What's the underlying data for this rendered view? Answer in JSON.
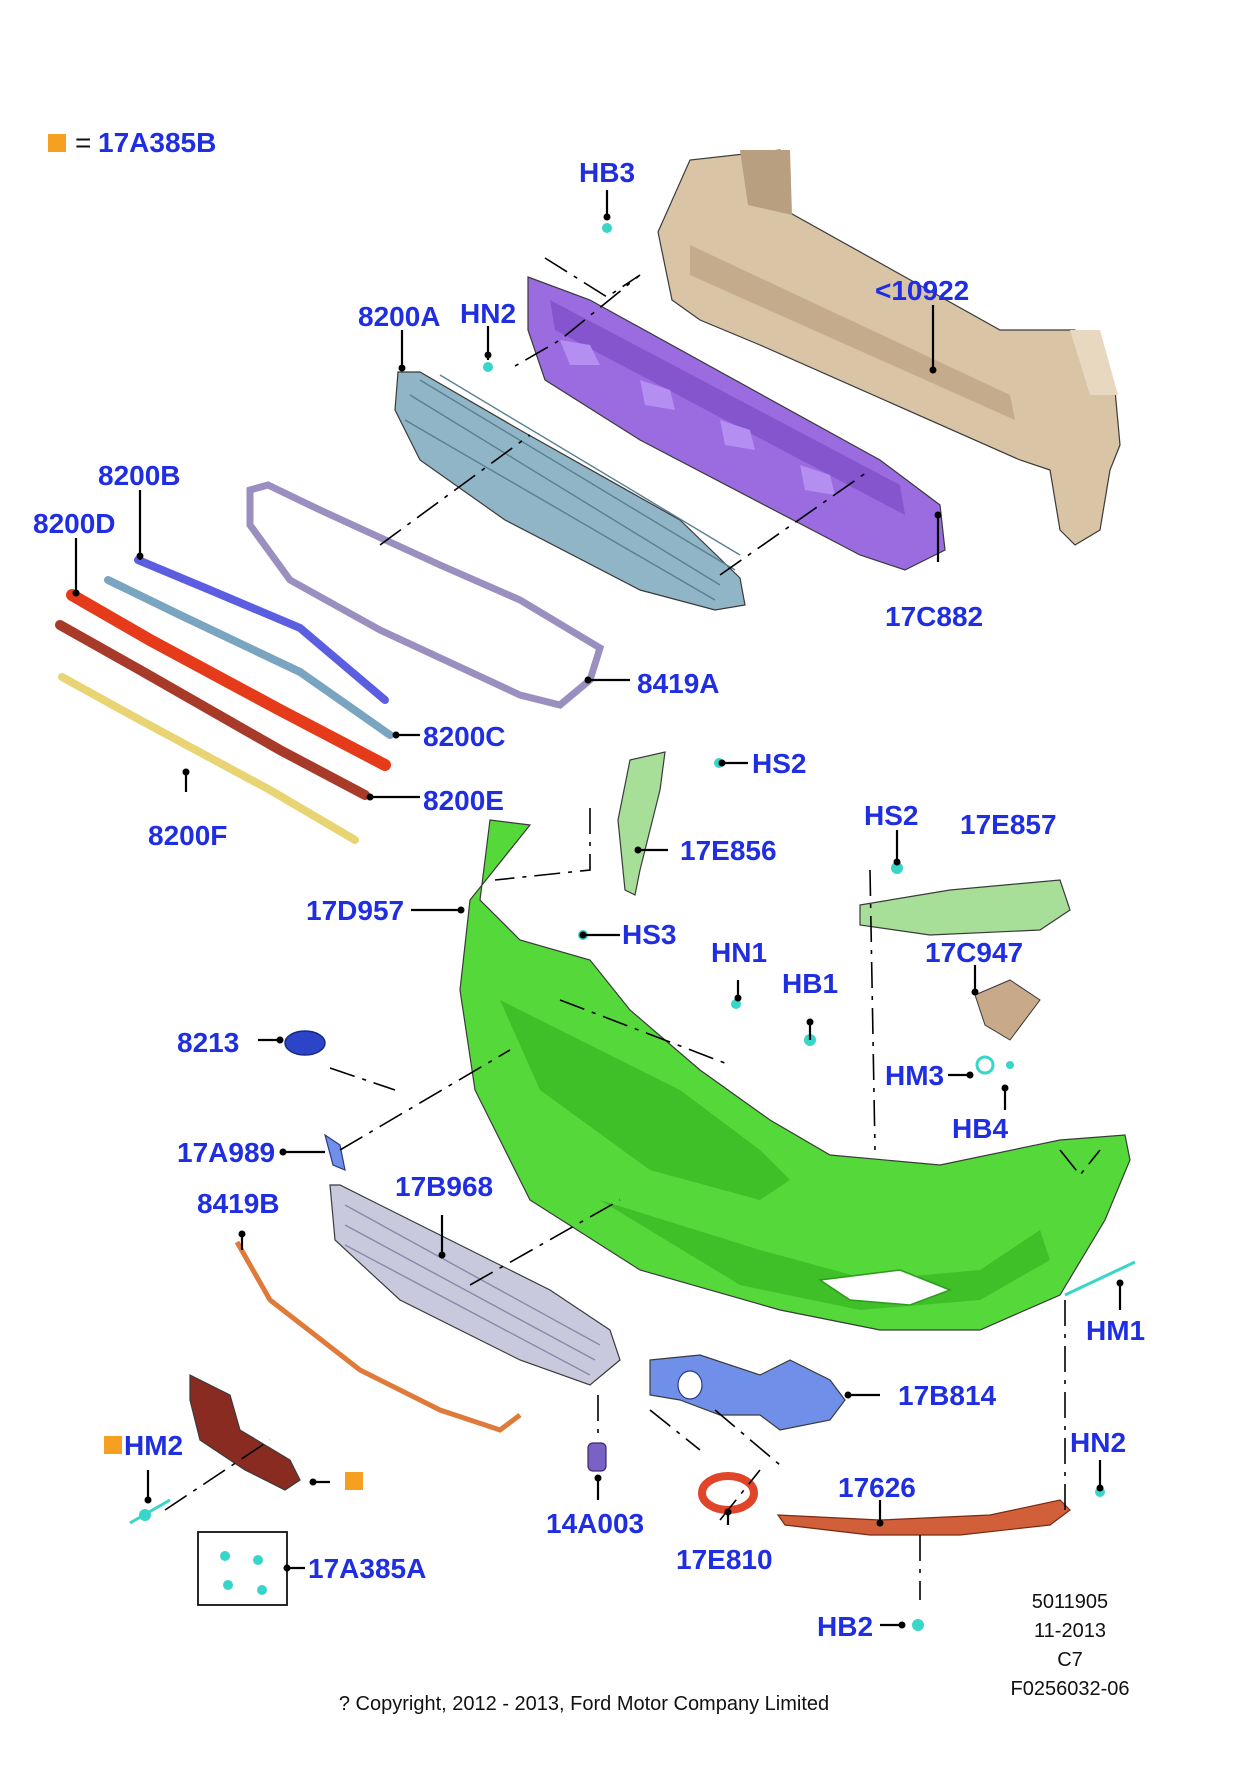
{
  "legend": {
    "color": "#f5a021",
    "equals": "=",
    "code": "17A385B"
  },
  "labels": {
    "hb3": "HB3",
    "hn2_top": "HN2",
    "a10922": "<10922",
    "p8200a": "8200A",
    "p8200b": "8200B",
    "p8200d": "8200D",
    "p17c882": "17C882",
    "p8419a": "8419A",
    "p8200c": "8200C",
    "p8200e": "8200E",
    "p8200f": "8200F",
    "hs2_top": "HS2",
    "p17e856": "17E856",
    "hs2_right": "HS2",
    "p17e857": "17E857",
    "p17d957": "17D957",
    "hs3": "HS3",
    "hn1": "HN1",
    "hb1": "HB1",
    "p17c947": "17C947",
    "p8213": "8213",
    "hm3": "HM3",
    "hb4": "HB4",
    "p17a989": "17A989",
    "p8419b": "8419B",
    "p17b968": "17B968",
    "hm1": "HM1",
    "p17b814": "17B814",
    "hm2": "HM2",
    "hn2_right": "HN2",
    "p17626": "17626",
    "p14a003": "14A003",
    "p17e810": "17E810",
    "p17a385a": "17A385A",
    "hb2": "HB2"
  },
  "info": {
    "line1": "5011905",
    "line2": "11-2013",
    "line3": "C7",
    "line4": "F0256032-06"
  },
  "copyright": "? Copyright, 2012 - 2013, Ford Motor Company Limited",
  "colors": {
    "label": "#1f2ee0",
    "bumper": "#55d83a",
    "absorber": "#9b6be0",
    "reinforcement": "#d9c4a6",
    "grille": "#8fb5c6",
    "fastener": "#38d6c8",
    "plate_bracket": "#8a2b22"
  }
}
